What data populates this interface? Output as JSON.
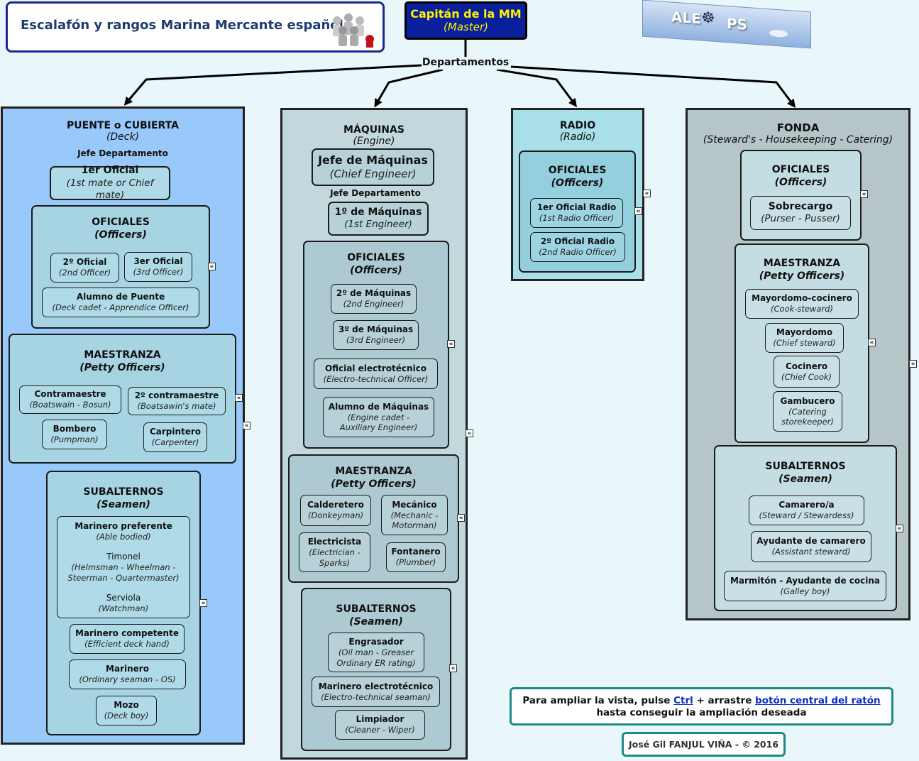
{
  "header": {
    "title": "Escalafón y rangos Marina Mercante española"
  },
  "top": {
    "title": "Capitán de la MM",
    "subtitle": "(Master)"
  },
  "departamentos_label": "Departamentos",
  "logo": {
    "text_left": "ALE",
    "text_right": "PS"
  },
  "deck": {
    "title": "PUENTE o CUBIERTA",
    "subtitle": "(Deck)",
    "jefe_label": "Jefe Departamento",
    "chief": {
      "t": "1er Oficial",
      "s": "(1st mate or Chief mate)"
    },
    "officers": {
      "title": "OFICIALES",
      "subtitle": "(Officers)",
      "items": [
        {
          "t": "2º Oficial",
          "s": "(2nd Officer)"
        },
        {
          "t": "3er Oficial",
          "s": "(3rd Officer)"
        },
        {
          "t": "Alumno de Puente",
          "s": "(Deck cadet - Apprendice Officer)"
        }
      ]
    },
    "petty": {
      "title": "MAESTRANZA",
      "subtitle": "(Petty Officers)",
      "items": [
        {
          "t": "Contramaestre",
          "s": "(Boatswain - Bosun)"
        },
        {
          "t": "2º contramaestre",
          "s": "(Boatsawin's mate)"
        },
        {
          "t": "Bombero",
          "s": "(Pumpman)"
        },
        {
          "t": "Carpintero",
          "s": "(Carpenter)"
        }
      ]
    },
    "seamen": {
      "title": "SUBALTERNOS",
      "subtitle": "(Seamen)",
      "able": {
        "t": "Marinero preferente",
        "s": "(Able bodied)",
        "t2": "Timonel",
        "s2": "(Helmsman - Wheelman - Steerman - Quartermaster)",
        "t3": "Serviola",
        "s3": "(Watchman)"
      },
      "items": [
        {
          "t": "Marinero competente",
          "s": "(Efficient deck hand)"
        },
        {
          "t": "Marinero",
          "s": "(Ordinary seaman - OS)"
        },
        {
          "t": "Mozo",
          "s": "(Deck boy)"
        }
      ]
    }
  },
  "engine": {
    "title": "MÁQUINAS",
    "subtitle": "(Engine)",
    "head": {
      "t": "Jefe de Máquinas",
      "s": "(Chief Engineer)"
    },
    "jefe_label": "Jefe Departamento",
    "chief": {
      "t": "1º de Máquinas",
      "s": "(1st Engineer)"
    },
    "officers": {
      "title": "OFICIALES",
      "subtitle": "(Officers)",
      "items": [
        {
          "t": "2º de Máquinas",
          "s": "(2nd Engineer)"
        },
        {
          "t": "3º de Máquinas",
          "s": "(3rd Engineer)"
        },
        {
          "t": "Oficial electrotécnico",
          "s": "(Electro-technical Officer)"
        },
        {
          "t": "Alumno de Máquinas",
          "s": "(Engine cadet -",
          "s2": "Auxiliary Engineer)"
        }
      ]
    },
    "petty": {
      "title": "MAESTRANZA",
      "subtitle": "(Petty Officers)",
      "items": [
        {
          "t": "Calderetero",
          "s": "(Donkeyman)"
        },
        {
          "t": "Mecánico",
          "s": "(Mechanic -",
          "s2": "Motorman)"
        },
        {
          "t": "Electricista",
          "s": "(Electrician -",
          "s2": "Sparks)"
        },
        {
          "t": "Fontanero",
          "s": "(Plumber)"
        }
      ]
    },
    "seamen": {
      "title": "SUBALTERNOS",
      "subtitle": "(Seamen)",
      "items": [
        {
          "t": "Engrasador",
          "s": "(Oil man - Greaser",
          "s2": "Ordinary ER rating)"
        },
        {
          "t": "Marinero electrotécnico",
          "s": "(Electro-technical seaman)"
        },
        {
          "t": "Limpiador",
          "s": "(Cleaner - Wiper)"
        }
      ]
    }
  },
  "radio": {
    "title": "RADIO",
    "subtitle": "(Radio)",
    "officers": {
      "title": "OFICIALES",
      "subtitle": "(Officers)",
      "items": [
        {
          "t": "1er Oficial Radio",
          "s": "(1st Radio Officer)"
        },
        {
          "t": "2º Oficial Radio",
          "s": "(2nd Radio Officer)"
        }
      ]
    }
  },
  "fonda": {
    "title": "FONDA",
    "subtitle": "(Steward's - Housekeeping - Catering)",
    "officers": {
      "title": "OFICIALES",
      "subtitle": "(Officers)",
      "items": [
        {
          "t": "Sobrecargo",
          "s": "(Purser - Pusser)"
        }
      ]
    },
    "petty": {
      "title": "MAESTRANZA",
      "subtitle": "(Petty Officers)",
      "items": [
        {
          "t": "Mayordomo-cocinero",
          "s": "(Cook-steward)"
        },
        {
          "t": "Mayordomo",
          "s": "(Chief steward)"
        },
        {
          "t": "Cocinero",
          "s": "(Chief Cook)"
        },
        {
          "t": "Gambucero",
          "s": "(Catering",
          "s2": "storekeeper)"
        }
      ]
    },
    "seamen": {
      "title": "SUBALTERNOS",
      "subtitle": "(Seamen)",
      "items": [
        {
          "t": "Camarero/a",
          "s": "(Steward / Stewardess)"
        },
        {
          "t": "Ayudante de camarero",
          "s": "(Assistant steward)"
        },
        {
          "t": "Marmitón - Ayudante de cocina",
          "s": "(Galley boy)"
        }
      ]
    }
  },
  "note": {
    "p1": "Para ampliar la vista, pulse ",
    "ctrl": "Ctrl",
    "p2": " + arrastre ",
    "mouse": "botón central del ratón",
    "p3": "hasta conseguir la ampliación deseada"
  },
  "credit": "José Gil FANJUL VIÑA - © 2016",
  "collapse_glyph": "«",
  "colors": {
    "deck_bg": "#99c9fb",
    "engine_bg": "#c3d8dd",
    "radio_bg": "#a8dfe9",
    "fonda_bg": "#b5c5c8",
    "top_box": "#0a1f9c",
    "top_text": "#fff200",
    "header_border": "#1e2a8a"
  }
}
